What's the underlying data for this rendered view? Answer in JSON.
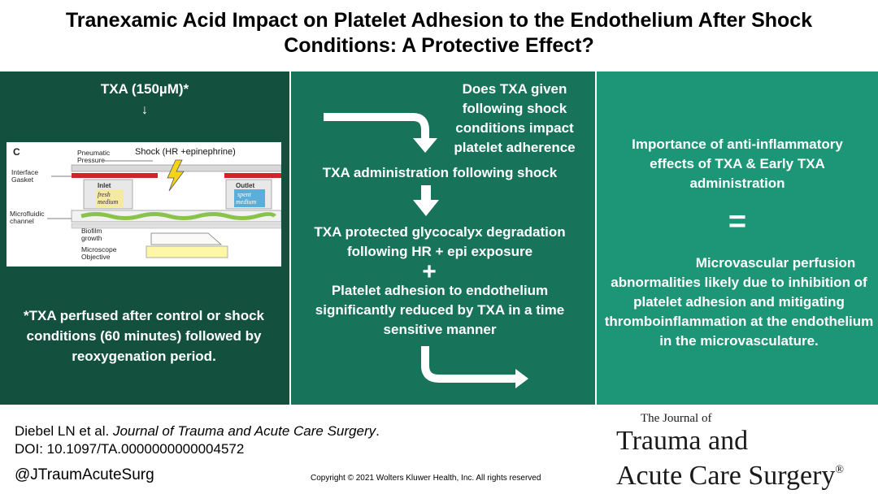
{
  "title": {
    "line1": "Tranexamic Acid Impact on Platelet Adhesion to the Endothelium After Shock",
    "line2": "Conditions: A Protective Effect?"
  },
  "left_panel": {
    "txa_dose": "TXA (150µM)*",
    "down_arrow": "↓",
    "figure": {
      "panel_letter": "C",
      "shock_label": "Shock (HR +epinephrine)",
      "pneumatic_pressure": "Pneumatic Pressure",
      "interface_gasket": "Interface Gasket",
      "microfluidic_channel": "Microfluidic channel",
      "inlet": "Inlet",
      "fresh_medium": "fresh medium",
      "outlet": "Outlet",
      "spent_medium": "spent medium",
      "biofilm_growth": "Biofilm growth",
      "microscope_objective": "Microscope Objective"
    },
    "footnote": "*TXA perfused after control or shock conditions (60 minutes) followed by reoxygenation period."
  },
  "middle_panel": {
    "question": "Does TXA given following shock conditions impact platelet adherence",
    "step1": "TXA administration following shock",
    "step2": "TXA protected glycocalyx degradation following HR + epi exposure",
    "plus": "+",
    "step3": "Platelet adhesion to endothelium significantly reduced by TXA in a time sensitive manner"
  },
  "right_panel": {
    "importance": "Importance of anti-inflammatory effects of TXA  & Early TXA administration",
    "equals": "=",
    "conclusion": "Microvascular perfusion abnormalities likely due to inhibition of platelet adhesion and mitigating thromboinflammation at the endothelium in the microvasculature."
  },
  "footer": {
    "citation_authors": "Diebel LN et al. ",
    "citation_journal": "Journal of Trauma and Acute Care Surgery",
    "citation_end": ".",
    "doi": "DOI: 10.1097/TA.0000000000004572",
    "handle": "@JTraumAcuteSurg",
    "copyright": "Copyright © 2021  Wolters Kluwer Health, Inc. All rights reserved",
    "journal_logo": {
      "line1": "The Journal of",
      "line2": "Trauma and",
      "line3": "Acute Care Surgery",
      "registered": "®"
    }
  },
  "colors": {
    "panel_left": "#14503e",
    "panel_middle": "#18735b",
    "panel_right": "#1c9676",
    "gasket_red": "#d2232a",
    "lightning_yellow": "#f4d318",
    "biofilm_green": "#8bc34a"
  }
}
